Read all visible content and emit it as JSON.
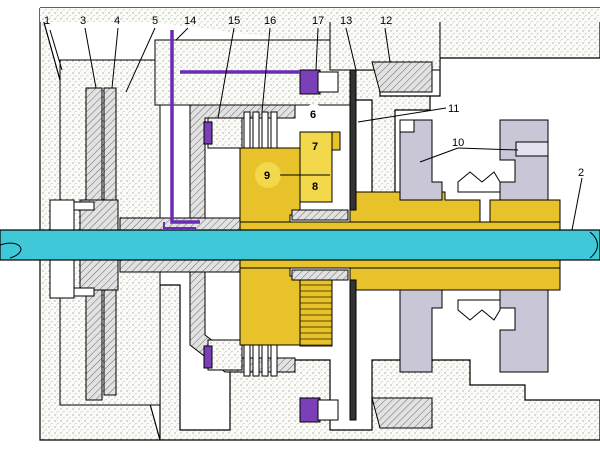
{
  "callouts": [
    {
      "id": "1",
      "text": "1"
    },
    {
      "id": "2",
      "text": "2"
    },
    {
      "id": "3",
      "text": "3"
    },
    {
      "id": "4",
      "text": "4"
    },
    {
      "id": "5",
      "text": "5"
    },
    {
      "id": "6",
      "text": "6"
    },
    {
      "id": "7",
      "text": "7"
    },
    {
      "id": "8",
      "text": "8"
    },
    {
      "id": "9",
      "text": "9"
    },
    {
      "id": "10",
      "text": "10"
    },
    {
      "id": "11",
      "text": "11"
    },
    {
      "id": "12",
      "text": "12"
    },
    {
      "id": "13",
      "text": "13"
    },
    {
      "id": "14",
      "text": "14"
    },
    {
      "id": "15",
      "text": "15"
    },
    {
      "id": "16",
      "text": "16"
    },
    {
      "id": "17",
      "text": "17"
    }
  ],
  "colors": {
    "shaft": "#3fc8d8",
    "gear_assembly": "#e8c22a",
    "gear_highlight": "#f2d84a",
    "oil_line": "#6a2bb5",
    "piston": "#7b3fb8",
    "clutch_plates": "#c9c6d8",
    "housing_stipple": "#f4f4f0",
    "housing_hatch": "#cfcfcf",
    "outline": "#000000"
  },
  "icons": [
    "shaft",
    "planetary-gear-set",
    "clutch-pack",
    "oil-feed-line",
    "housing"
  ]
}
